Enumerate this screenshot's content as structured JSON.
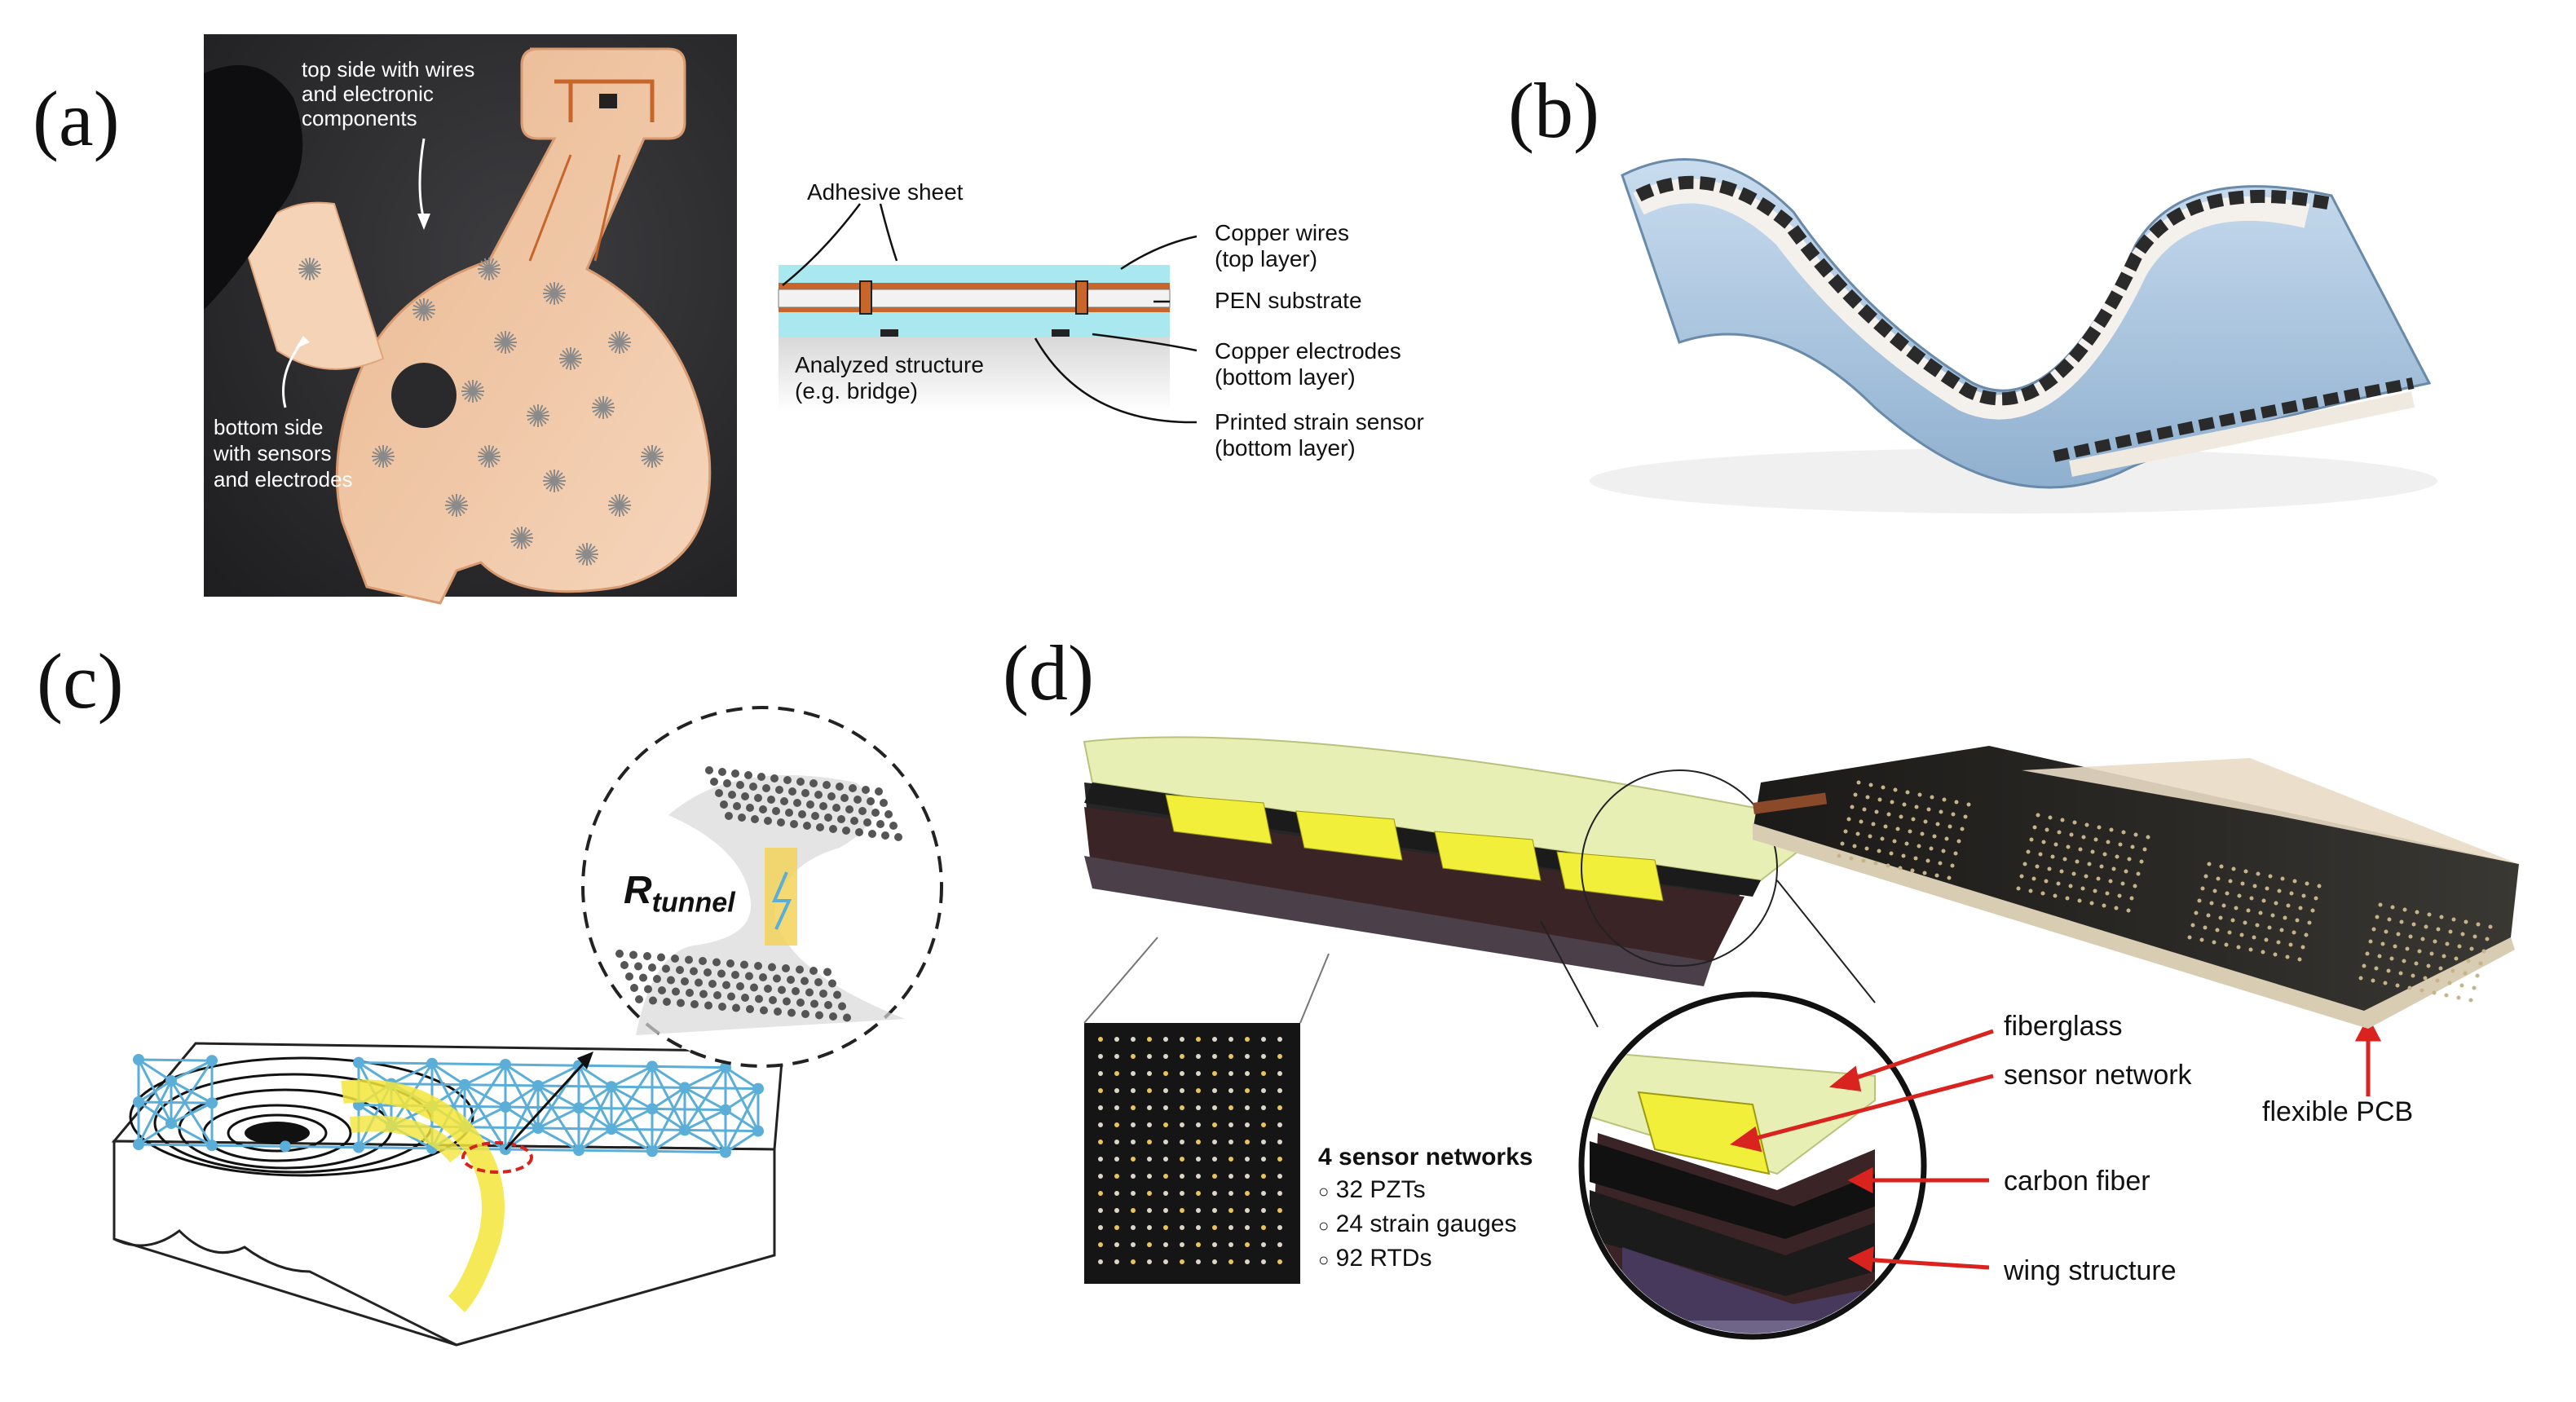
{
  "panels": {
    "a": {
      "letter": "(a)",
      "photo": {
        "top_label_line1": "top side with wires",
        "top_label_line2": "and electronic",
        "top_label_line3": "components",
        "bottom_label_line1": "bottom side",
        "bottom_label_line2": "with sensors",
        "bottom_label_line3": "and electrodes"
      },
      "diagram": {
        "adhesive_sheet": "Adhesive sheet",
        "copper_wires_1": "Copper wires",
        "copper_wires_2": "(top layer)",
        "pen_substrate": "PEN substrate",
        "copper_electrodes_1": "Copper electrodes",
        "copper_electrodes_2": "(bottom layer)",
        "analyzed_structure_1": "Analyzed structure",
        "analyzed_structure_2": "(e.g. bridge)",
        "printed_sensor_1": "Printed strain sensor",
        "printed_sensor_2": "(bottom layer)"
      }
    },
    "b": {
      "letter": "(b)"
    },
    "c": {
      "letter": "(c)",
      "r_main": "R",
      "r_sub": "tunnel"
    },
    "d": {
      "letter": "(d)",
      "networks_title": "4 sensor networks",
      "networks_items": [
        "32 PZTs",
        "24 strain gauges",
        "92 RTDs"
      ],
      "fiberglass": "fiberglass",
      "sensor_network": "sensor network",
      "carbon_fiber": "carbon fiber",
      "wing_structure": "wing structure",
      "flexible_pcb": "flexible PCB"
    }
  },
  "colors": {
    "skin": "#f2c9a8",
    "skin_edge": "#e0a57c",
    "copper": "#c8652a",
    "adhesive": "#a9e8ee",
    "fiberglass": "#e7efb4",
    "sensor_yellow": "#f1ef3a",
    "carbon": "#1b1b1b",
    "arrow_red": "#d8231f",
    "network_blue": "#5aaed8"
  }
}
